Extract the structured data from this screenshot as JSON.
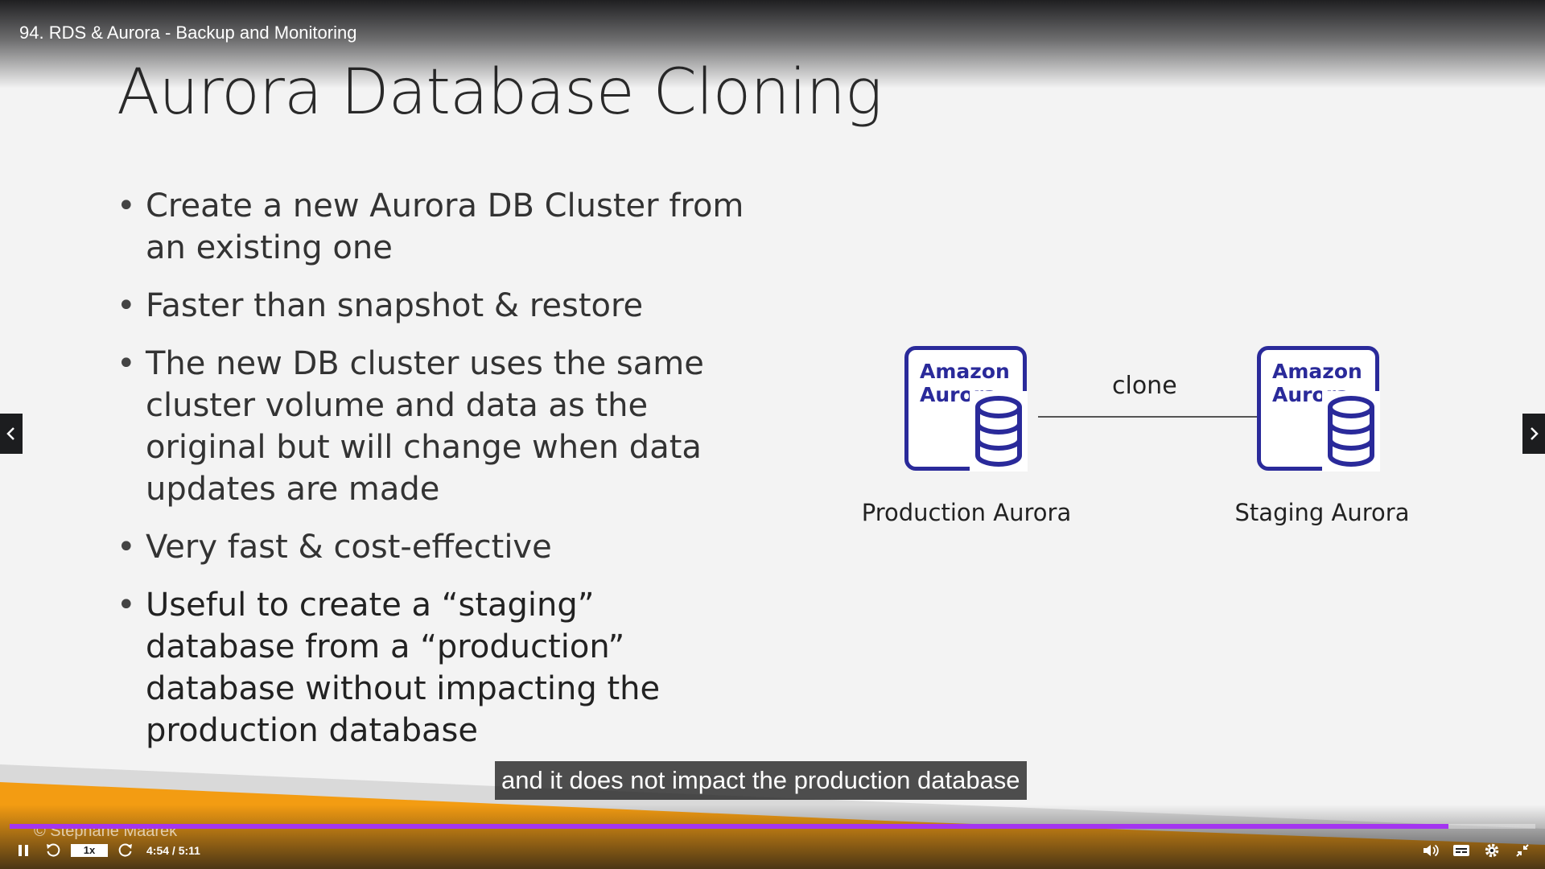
{
  "player": {
    "title": "94. RDS & Aurora - Backup and Monitoring",
    "caption": "and it does not impact the production database",
    "watermark": "© Stephane Maarek",
    "playback_speed": "1x",
    "time_display": "4:54 / 5:11",
    "progress_fraction": 0.943,
    "accent_color": "#a435f0"
  },
  "slide": {
    "title": "Aurora Database Cloning",
    "bullets": [
      "Create a new Aurora DB Cluster from an existing one",
      "Faster than snapshot & restore",
      "The new DB cluster uses the same cluster volume and data as the original but will change when data updates are made",
      "Very fast & cost-effective",
      "Useful to create a “staging” database from a “production” database without impacting the production database"
    ],
    "diagram": {
      "source_icon_text": "Amazon\nAurora",
      "target_icon_text": "Amazon\nAurora",
      "arrow_label": "clone",
      "source_caption": "Production Aurora",
      "target_caption": "Staging Aurora",
      "icon_color": "#2a2a9a"
    }
  },
  "icons": {
    "nav_prev": "chevron-left-icon",
    "nav_next": "chevron-right-icon",
    "play_pause": "pause-icon",
    "rewind": "rewind-5-icon",
    "forward": "forward-5-icon",
    "volume": "volume-icon",
    "captions": "captions-icon",
    "settings": "gear-icon",
    "fullscreen": "exit-fullscreen-icon"
  }
}
